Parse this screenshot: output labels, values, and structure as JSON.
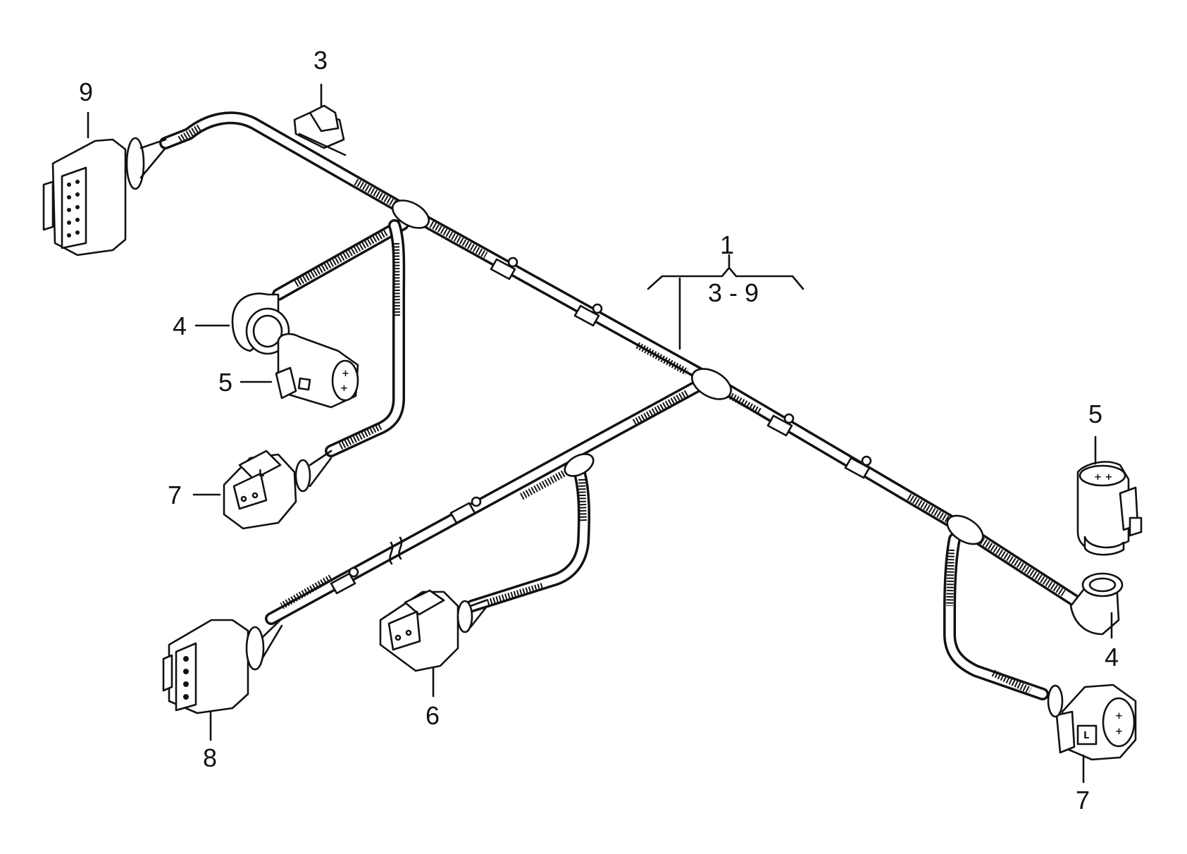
{
  "diagram": {
    "callouts": {
      "assembly": "1",
      "range": "3 - 9",
      "clip": "3",
      "sensor_holder_left": "4",
      "sensor_holder_right": "4",
      "connector_left_5": "5",
      "connector_right_5": "5",
      "connector_6": "6",
      "connector_left_7": "7",
      "connector_right_7": "7",
      "connector_8": "8",
      "connector_9": "9"
    },
    "icon_names": [
      "wiring-harness",
      "10-pin-connector-icon",
      "4-pin-connector-icon",
      "2-pin-connector-icon",
      "sensor-holder-ring-icon",
      "cable-clip-icon"
    ]
  }
}
